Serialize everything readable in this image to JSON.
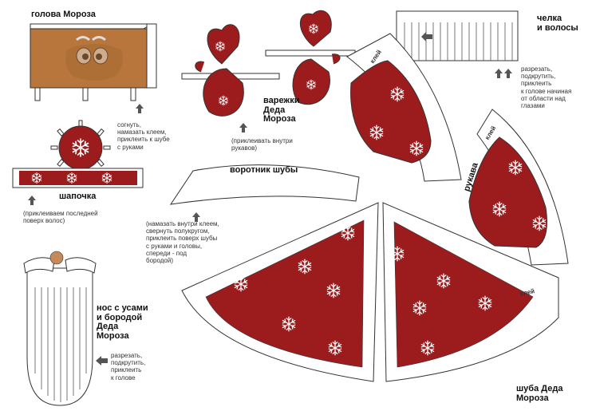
{
  "colors": {
    "red": "#9c1c1e",
    "brown": "#b8763c",
    "outline": "#333333"
  },
  "icons": [
    "arrow-up-icon",
    "arrow-left-icon",
    "snowflake-icon",
    "eye-icon",
    "nose-icon"
  ],
  "labels": {
    "head_title": "голова Мороза",
    "head_note": "согнуть,\nнамазать клеем,\nприклеить к шубе\nс руками",
    "mittens_title": "варежки\nДеда\nМороза",
    "mittens_note": "(приклеивать внутри\nрукавов)",
    "hat_title": "шапочка",
    "hat_note": "(приклеиваем последней\nповерх волос)",
    "collar_title": "воротник шубы",
    "collar_note": "(намазать внутри клеем,\nсвернуть полукругом,\nприклеить поверх шубы\nс руками и головы,\nспереди - под\nбородой)",
    "hair_title": "челка\nи волосы",
    "hair_note": "разрезать,\nподкрутить,\nприклеить\nк голове начиная\nот области над\nглазами",
    "sleeves_title": "рукава",
    "glue_1": "клей",
    "glue_2": "клей",
    "glue_3": "клей",
    "beard_title": "нос с усами\nи бородой\nДеда\nМороза",
    "beard_note": "разрезать,\nподкрутить,\nприклеить\nк голове",
    "coat_title": "шуба Деда\nМороза"
  }
}
